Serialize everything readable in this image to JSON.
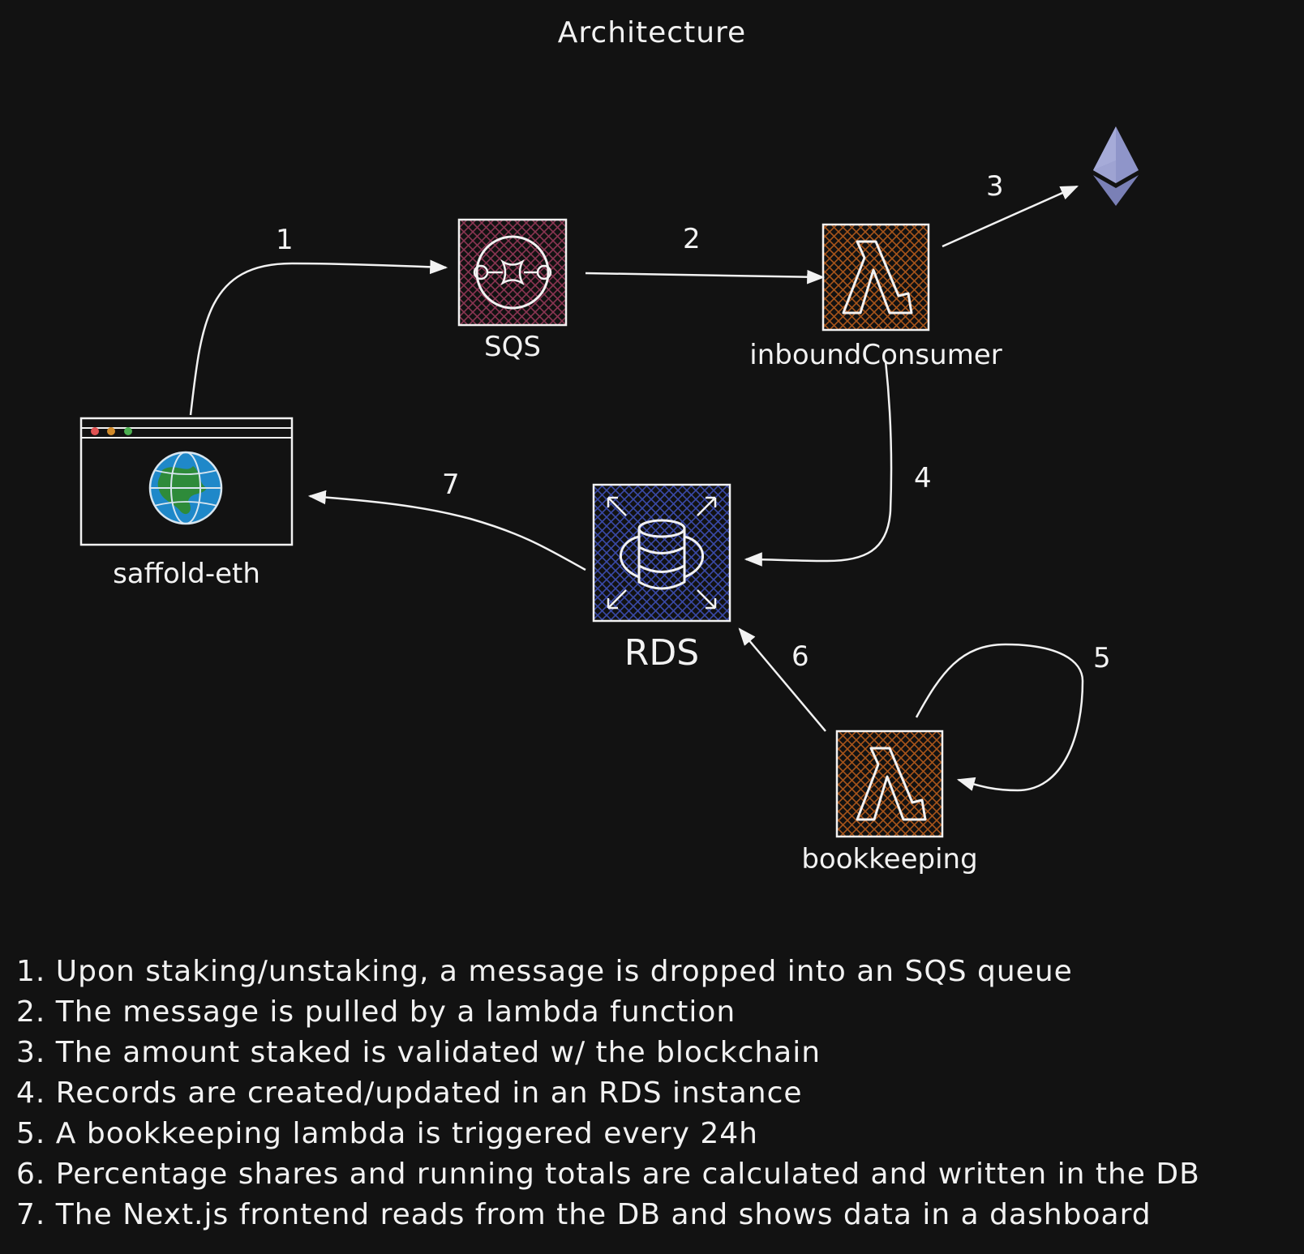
{
  "title": "Architecture",
  "nodes": {
    "frontend": {
      "label": "saffold-eth"
    },
    "sqs": {
      "label": "SQS"
    },
    "inbound": {
      "label": "inboundConsumer"
    },
    "rds": {
      "label": "RDS"
    },
    "bookkeeping": {
      "label": "bookkeeping"
    }
  },
  "edges": [
    "1",
    "2",
    "3",
    "4",
    "5",
    "6",
    "7"
  ],
  "notes": [
    "1. Upon staking/unstaking, a message is dropped into an SQS queue",
    "2. The message is pulled by a lambda function",
    "3. The amount staked is validated w/ the blockchain",
    "4. Records are created/updated in an RDS instance",
    "5. A bookkeeping lambda is triggered every 24h",
    "6. Percentage shares and running totals are calculated and written in the DB",
    "7. The Next.js frontend reads from the DB and shows data in a dashboard"
  ],
  "colors": {
    "background": "#121212",
    "stroke": "#f2f2f2",
    "sqs_fill": "#8a3552",
    "lambda_fill": "#a8551a",
    "rds_fill": "#3a4aa8",
    "eth": "#8f95c9"
  }
}
